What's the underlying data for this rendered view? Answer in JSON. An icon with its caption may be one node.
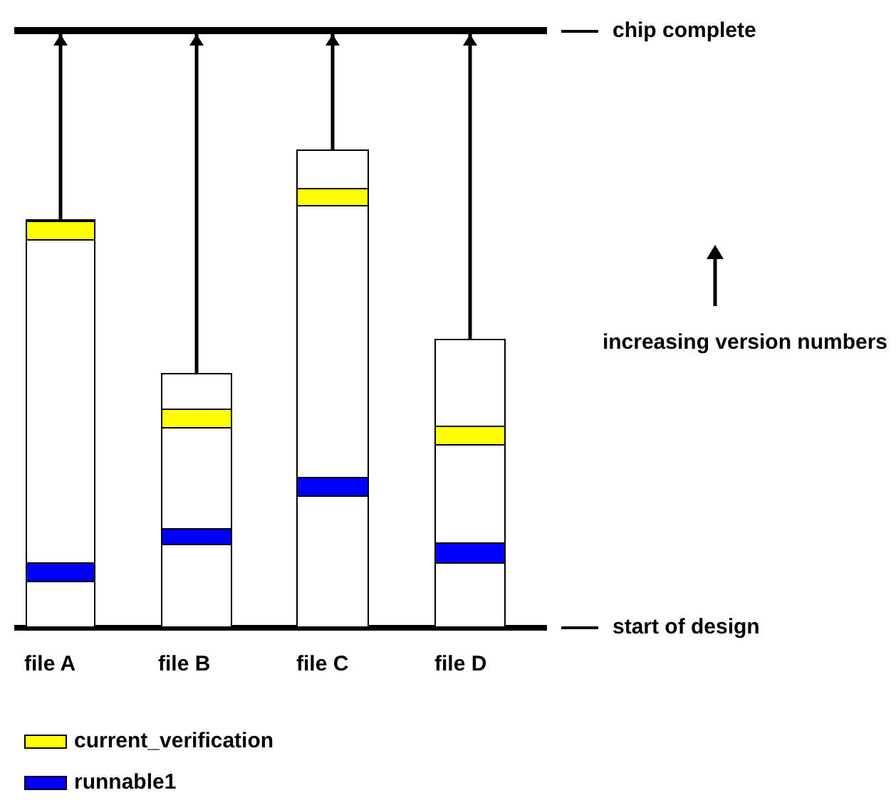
{
  "diagram": {
    "nodes": [
      {
        "text": [],
        "shape": "bar",
        "beside": [
          "chip complete"
        ]
      },
      {
        "text": [],
        "shape": "bar",
        "beside": [
          "start of design"
        ]
      },
      {
        "text": [],
        "shape": "box",
        "beside": [
          "file A"
        ]
      },
      {
        "text": [],
        "shape": "box",
        "beside": [
          "file B"
        ]
      },
      {
        "text": [],
        "shape": "box",
        "beside": [
          "file C"
        ]
      },
      {
        "text": [],
        "shape": "box",
        "beside": [
          "file D"
        ]
      }
    ],
    "edges": [
      {
        "from": 2,
        "to": 0,
        "arrow": "to"
      },
      {
        "from": 3,
        "to": 0,
        "arrow": "to"
      },
      {
        "from": 4,
        "to": 0,
        "arrow": "to"
      },
      {
        "from": 5,
        "to": 0,
        "arrow": "to"
      }
    ],
    "labels": [
      "increasing version numbers"
    ],
    "legend": [
      {
        "text": "current_verification",
        "color": "#ffff00"
      },
      {
        "text": "runnable1",
        "color": "#0000ff"
      }
    ]
  }
}
